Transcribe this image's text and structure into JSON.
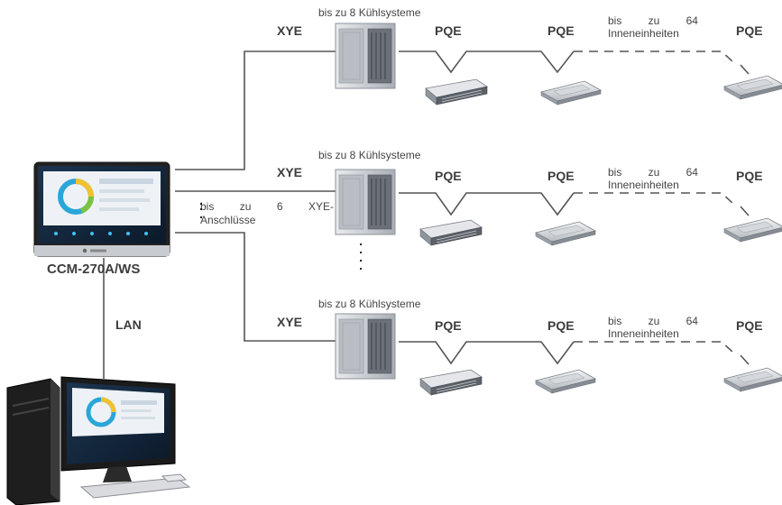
{
  "controller": {
    "name": "CCM-270A/WS"
  },
  "link_labels": {
    "lan": "LAN",
    "xye": "XYE",
    "pqe": "PQE"
  },
  "rows": [
    {
      "outdoor_label": "bis zu 8 Kühlsysteme",
      "indoor_count_1": [
        "bis",
        "zu",
        "64"
      ],
      "indoor_count_2": "Inneneinheiten"
    },
    {
      "outdoor_label": "bis zu 8 Kühlsysteme",
      "indoor_count_1": [
        "bis",
        "zu",
        "64"
      ],
      "indoor_count_2": "Inneneinheiten"
    },
    {
      "outdoor_label": "bis zu 8 Kühlsysteme",
      "indoor_count_1": [
        "bis",
        "zu",
        "64"
      ],
      "indoor_count_2": "Inneneinheiten"
    }
  ],
  "xye_ports": {
    "line1": [
      "bis",
      "zu",
      "6",
      "XYE-"
    ],
    "line2": "Anschlüsse"
  },
  "colors": {
    "line": "#555555",
    "device_dark": "#2b2b2b",
    "device_light": "#cfd2d6"
  }
}
